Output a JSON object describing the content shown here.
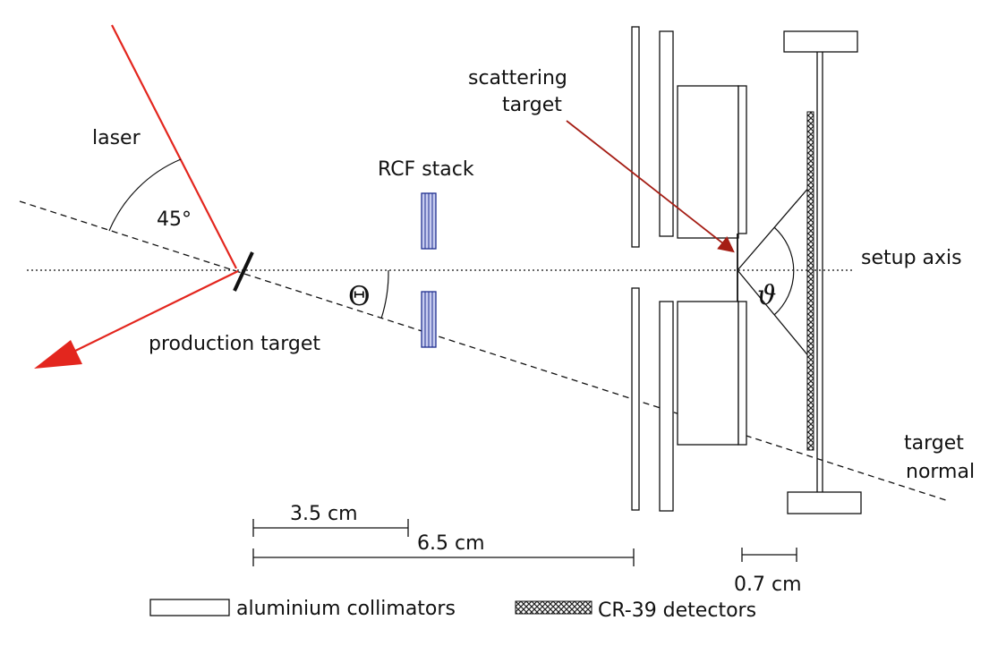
{
  "labels": {
    "laser": "laser",
    "angle_45": "45°",
    "rcf_stack": "RCF stack",
    "scattering_target": "scattering\ntarget",
    "setup_axis": "setup axis",
    "theta": "Θ",
    "vartheta": "ϑ",
    "production_target": "production target",
    "target_normal": "target\nnormal"
  },
  "scale_bars": {
    "short": "3.5 cm",
    "long": "6.5 cm",
    "small": "0.7 cm"
  },
  "legend": {
    "collimators": "aluminium collimators",
    "detectors": "CR-39 detectors"
  },
  "colors": {
    "laser": "#e3261e",
    "arrow_dark": "#a51d14",
    "rcf_fill": "#c8cdf0",
    "rcf_lines": "#1f2e8f",
    "line": "#111111"
  }
}
